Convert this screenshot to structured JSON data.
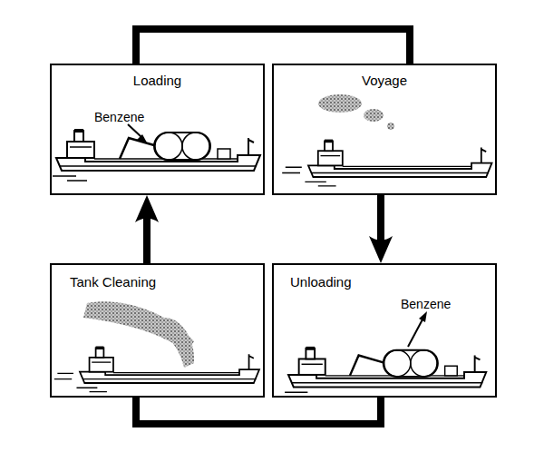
{
  "diagram": {
    "nodes": [
      {
        "text": [
          "Loading",
          "Benzene"
        ]
      },
      {
        "text": [
          "Voyage"
        ]
      },
      {
        "text": [
          "Tank Cleaning"
        ]
      },
      {
        "text": [
          "Unloading",
          "Benzene"
        ]
      }
    ],
    "edges": [
      {
        "from": 0,
        "to": 1,
        "arrow": "none"
      },
      {
        "from": 1,
        "to": 3,
        "arrow": "to"
      },
      {
        "from": 3,
        "to": 2,
        "arrow": "none"
      },
      {
        "from": 2,
        "to": 0,
        "arrow": "to"
      }
    ]
  }
}
